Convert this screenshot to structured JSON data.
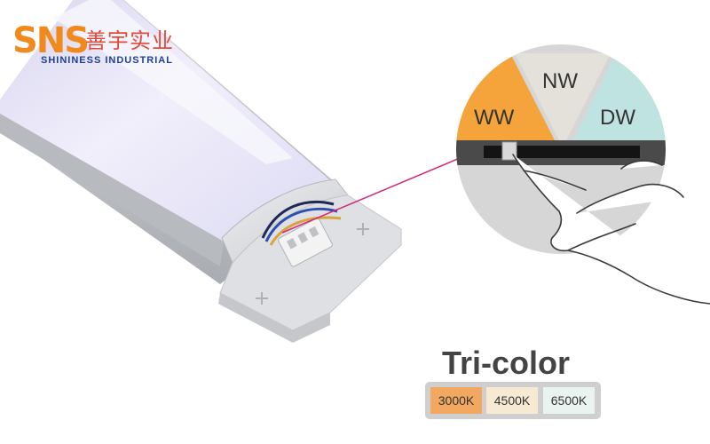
{
  "logo": {
    "mark": "SNS",
    "chinese_name": "善宇实业",
    "company_name": "SHININESS INDUSTRIAL"
  },
  "selector_wedges": [
    {
      "label": "WW",
      "color": "#f4a43b"
    },
    {
      "label": "NW",
      "color": "#e4e1da"
    },
    {
      "label": "DW",
      "color": "#bfe3e1"
    }
  ],
  "tri_color": {
    "title": "Tri-color",
    "temperatures": [
      {
        "label": "3000K",
        "color": "#f2a860"
      },
      {
        "label": "4500K",
        "color": "#f7ead2"
      },
      {
        "label": "6500K",
        "color": "#e9f3f0"
      }
    ]
  },
  "colors": {
    "light_diffuser": "#e6e4f6",
    "housing": "#c6c8cc",
    "connector_line": "#d3277b",
    "wire_blue": "#2a4fb0",
    "wire_yellow": "#d9a53a"
  }
}
